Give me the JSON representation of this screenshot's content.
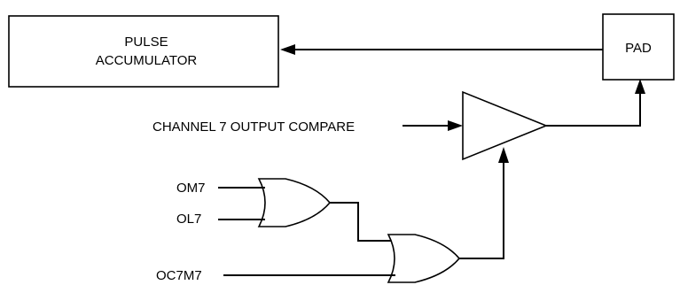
{
  "blocks": {
    "pulse_accumulator": {
      "line1": "PULSE",
      "line2": "ACCUMULATOR"
    },
    "pad": {
      "label": "PAD"
    }
  },
  "signals": {
    "channel7": "CHANNEL 7 OUTPUT COMPARE",
    "om7": "OM7",
    "ol7": "OL7",
    "oc7m7": "OC7M7"
  }
}
